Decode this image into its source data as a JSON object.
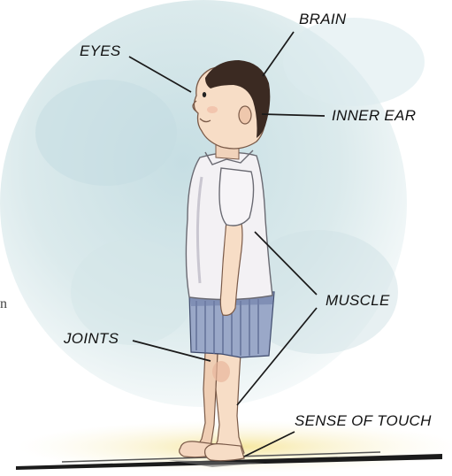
{
  "labels": {
    "brain": "BRAIN",
    "eyes": "EYES",
    "inner_ear": "INNER EAR",
    "muscle": "MUSCLE",
    "joints": "JOINTS",
    "touch": "SENSE OF TOUCH"
  },
  "edge_fragment": "n",
  "colors": {
    "background_wash": "#d4e6ea",
    "floor_glow": "#f4e6a6",
    "shirt": "#f3f1f4",
    "shorts": "#9aa8c8",
    "skin": "#f7ddc6",
    "hair": "#3b2a22",
    "leader_line": "#1a1a1a"
  }
}
